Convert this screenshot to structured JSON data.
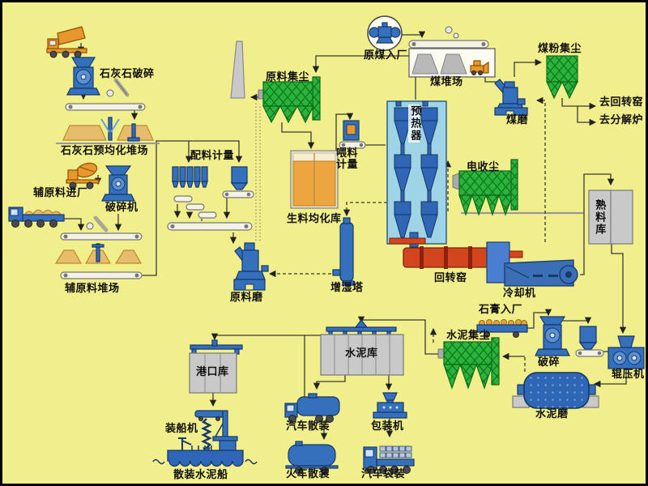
{
  "labels": {
    "limestone_crushing": "石灰石破碎",
    "limestone_preblending_yard": "石灰石预均化堆场",
    "batching_metering": "配料计量",
    "aux_material_entry": "辅原料进厂",
    "crusher_machine": "破碎机",
    "aux_material_yard": "辅原料堆场",
    "raw_dust_collector": "原料集尘",
    "raw_coal_entry": "原煤入厂",
    "coal_yard": "煤堆场",
    "coal_dust_collector": "煤粉集尘",
    "coal_mill": "煤磨",
    "to_rotary_kiln": "去回转窑",
    "to_calciner": "去分解炉",
    "feed_metering": "喂料计量",
    "preheater": "预热器",
    "esp": "电收尘",
    "raw_meal_silo": "生料均化库",
    "clinker_silo": "熟料库",
    "raw_mill": "原料磨",
    "humidifier_tower": "增湿塔",
    "rotary_kiln": "回转窑",
    "cooler": "冷却机",
    "gypsum_entry": "石膏入厂",
    "cement_dust_collector": "水泥集尘",
    "crushing": "破碎",
    "roller_press": "辊压机",
    "cement_mill": "水泥磨",
    "cement_silo": "水泥库",
    "port_silo": "港口库",
    "ship_loader": "装船机",
    "bulk_cement_ship": "散装水泥船",
    "truck_bulk": "汽车散装",
    "packing_machine": "包装机",
    "train_bulk": "火车散装",
    "truck_bagged": "汽车袋装"
  },
  "colors": {
    "background": "#f1ee8c",
    "equipment_blue": "#3570bc",
    "preheater_blue": "#9fd3e6",
    "filter_green": "#2db33b",
    "kiln_red": "#d3461d",
    "silo_grey": "#c9c9c9",
    "material_orange": "#e8962e",
    "raw_meal_orange": "#eda53f"
  }
}
